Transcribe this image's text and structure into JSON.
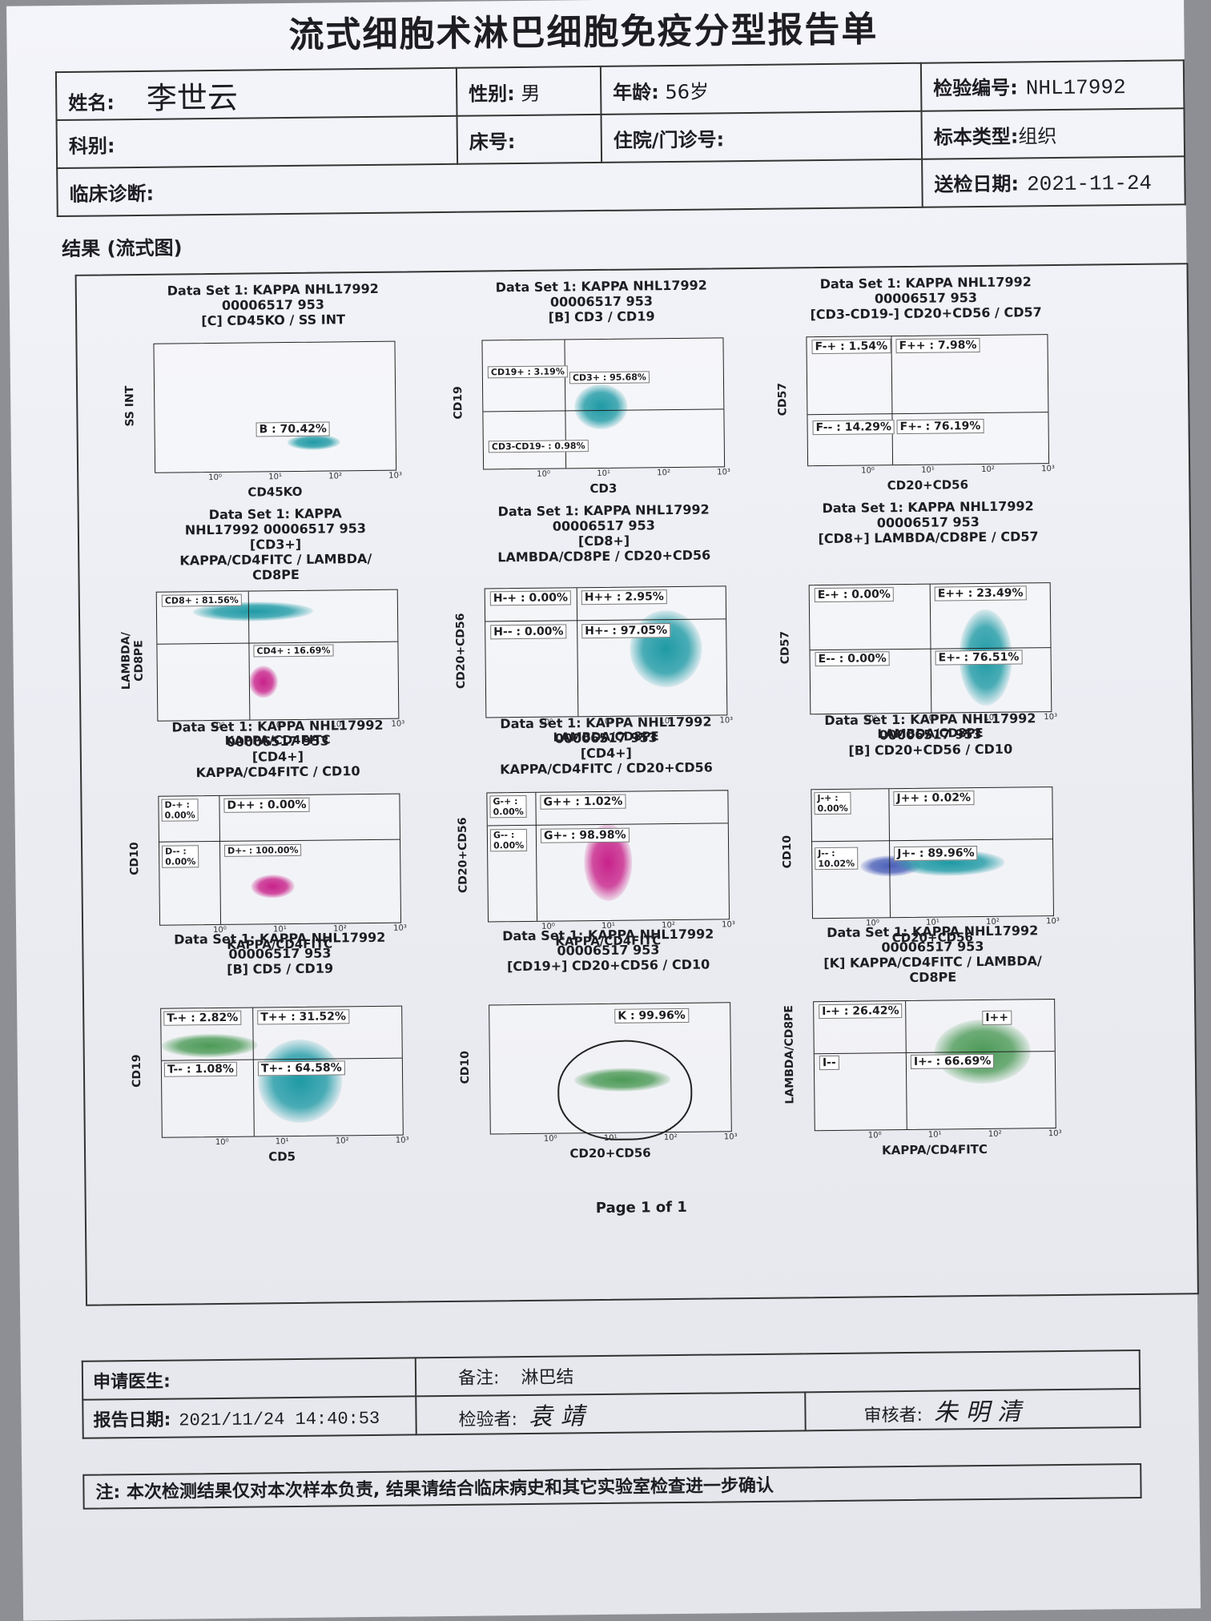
{
  "header": {
    "title": "流式细胞术淋巴细胞免疫分型报告单",
    "name_label": "姓名:",
    "name": "李世云",
    "sex_label": "性别:",
    "sex": "男",
    "age_label": "年龄:",
    "age": "56岁",
    "test_no_label": "检验编号:",
    "test_no": "NHL17992",
    "dept_label": "科别:",
    "bed_label": "床号:",
    "inpatient_label": "住院/门诊号:",
    "specimen_label": "标本类型:",
    "specimen": "组织",
    "diagnosis_label": "临床诊断:",
    "submit_date_label": "送检日期:",
    "submit_date": "2021-11-24"
  },
  "results_title": "结果 (流式图)",
  "plots": [
    {
      "title": "Data Set 1: KAPPA NHL17992\n00006517 953\n[C] CD45KO / SS INT",
      "xlabel": "CD45KO",
      "ylabel": "SS INT",
      "gates": [
        "B : 70.42%"
      ]
    },
    {
      "title": "Data Set 1: KAPPA NHL17992\n00006517 953\n[B] CD3 / CD19",
      "xlabel": "CD3",
      "ylabel": "CD19",
      "gates": [
        "CD19+ : 3.19%",
        "CD3+ : 95.68%",
        "CD3-CD19- : 0.98%"
      ]
    },
    {
      "title": "Data Set 1: KAPPA NHL17992\n00006517 953\n[CD3-CD19-] CD20+CD56 / CD57",
      "xlabel": "CD20+CD56",
      "ylabel": "CD57",
      "gates": [
        "F-+ : 1.54%",
        "F++ : 7.98%",
        "F-- : 14.29%",
        "F+- : 76.19%"
      ]
    },
    {
      "title": "Data Set 1: KAPPA\nNHL17992 00006517 953\n[CD3+]\nKAPPA/CD4FITC / LAMBDA/\nCD8PE",
      "xlabel": "KAPPA/CD4FITC",
      "ylabel": "LAMBDA/\nCD8PE",
      "gates": [
        "CD8+ : 81.56%",
        "CD4+ : 16.69%"
      ]
    },
    {
      "title": "Data Set 1: KAPPA NHL17992\n00006517 953\n[CD8+]\nLAMBDA/CD8PE / CD20+CD56",
      "xlabel": "LAMBDA/CD8PE",
      "ylabel": "CD20+CD56",
      "gates": [
        "H-+ : 0.00%",
        "H++ : 2.95%",
        "H-- : 0.00%",
        "H+- : 97.05%"
      ]
    },
    {
      "title": "Data Set 1: KAPPA NHL17992\n00006517 953\n[CD8+] LAMBDA/CD8PE / CD57",
      "xlabel": "LAMBDA/CD8PE",
      "ylabel": "CD57",
      "gates": [
        "E-+ : 0.00%",
        "E++ : 23.49%",
        "E-- : 0.00%",
        "E+- : 76.51%"
      ]
    },
    {
      "title": "Data Set 1: KAPPA NHL17992\n00006517 953\n[CD4+]\nKAPPA/CD4FITC / CD10",
      "xlabel": "KAPPA/CD4FITC",
      "ylabel": "CD10",
      "gates": [
        "D-+ :\n0.00%",
        "D++ : 0.00%",
        "D-- :\n0.00%",
        "D+- : 100.00%"
      ]
    },
    {
      "title": "Data Set 1: KAPPA NHL17992\n00006517 953\n[CD4+]\nKAPPA/CD4FITC / CD20+CD56",
      "xlabel": "KAPPA/CD4FITC",
      "ylabel": "CD20+CD56",
      "gates": [
        "G-+ :\n0.00%",
        "G++ : 1.02%",
        "G-- :\n0.00%",
        "G+- : 98.98%"
      ]
    },
    {
      "title": "Data Set 1: KAPPA NHL17992\n00006517 953\n[B] CD20+CD56 / CD10",
      "xlabel": "CD20+CD56",
      "ylabel": "CD10",
      "gates": [
        "J-+ :\n0.00%",
        "J++ : 0.02%",
        "J-- :\n10.02%",
        "J+- : 89.96%"
      ]
    },
    {
      "title": "Data Set 1: KAPPA NHL17992\n00006517 953\n[B] CD5 / CD19",
      "xlabel": "CD5",
      "ylabel": "CD19",
      "gates": [
        "T-+ : 2.82%",
        "T++ : 31.52%",
        "T-- : 1.08%",
        "T+- : 64.58%"
      ]
    },
    {
      "title": "Data Set 1: KAPPA NHL17992\n00006517 953\n[CD19+] CD20+CD56 / CD10",
      "xlabel": "CD20+CD56",
      "ylabel": "CD10",
      "gates": [
        "K : 99.96%"
      ]
    },
    {
      "title": "Data Set 1: KAPPA NHL17992\n00006517 953\n[K] KAPPA/CD4FITC / LAMBDA/\nCD8PE",
      "xlabel": "KAPPA/CD4FITC",
      "ylabel": "LAMBDA/CD8PE",
      "gates": [
        "I-+ : 26.42%",
        "I++",
        "I--",
        "I+- : 66.69%"
      ]
    }
  ],
  "page_number": "Page 1 of 1",
  "footer": {
    "doctor_label": "申请医生:",
    "remark_label": "备注:",
    "remark": "淋巴结",
    "report_date_label": "报告日期:",
    "report_date": "2021/11/24 14:40:53",
    "tester_label": "检验者:",
    "tester_signature": "袁 靖",
    "reviewer_label": "审核者:",
    "reviewer_signature": "朱 明 清",
    "note": "注: 本次检测结果仅对本次样本负责, 结果请结合临床病史和其它实验室检查进一步确认"
  },
  "colors": {
    "teal": "#1f9aa5",
    "magenta": "#c8228a",
    "green": "#4c9a57",
    "blue": "#4b5fb8"
  }
}
